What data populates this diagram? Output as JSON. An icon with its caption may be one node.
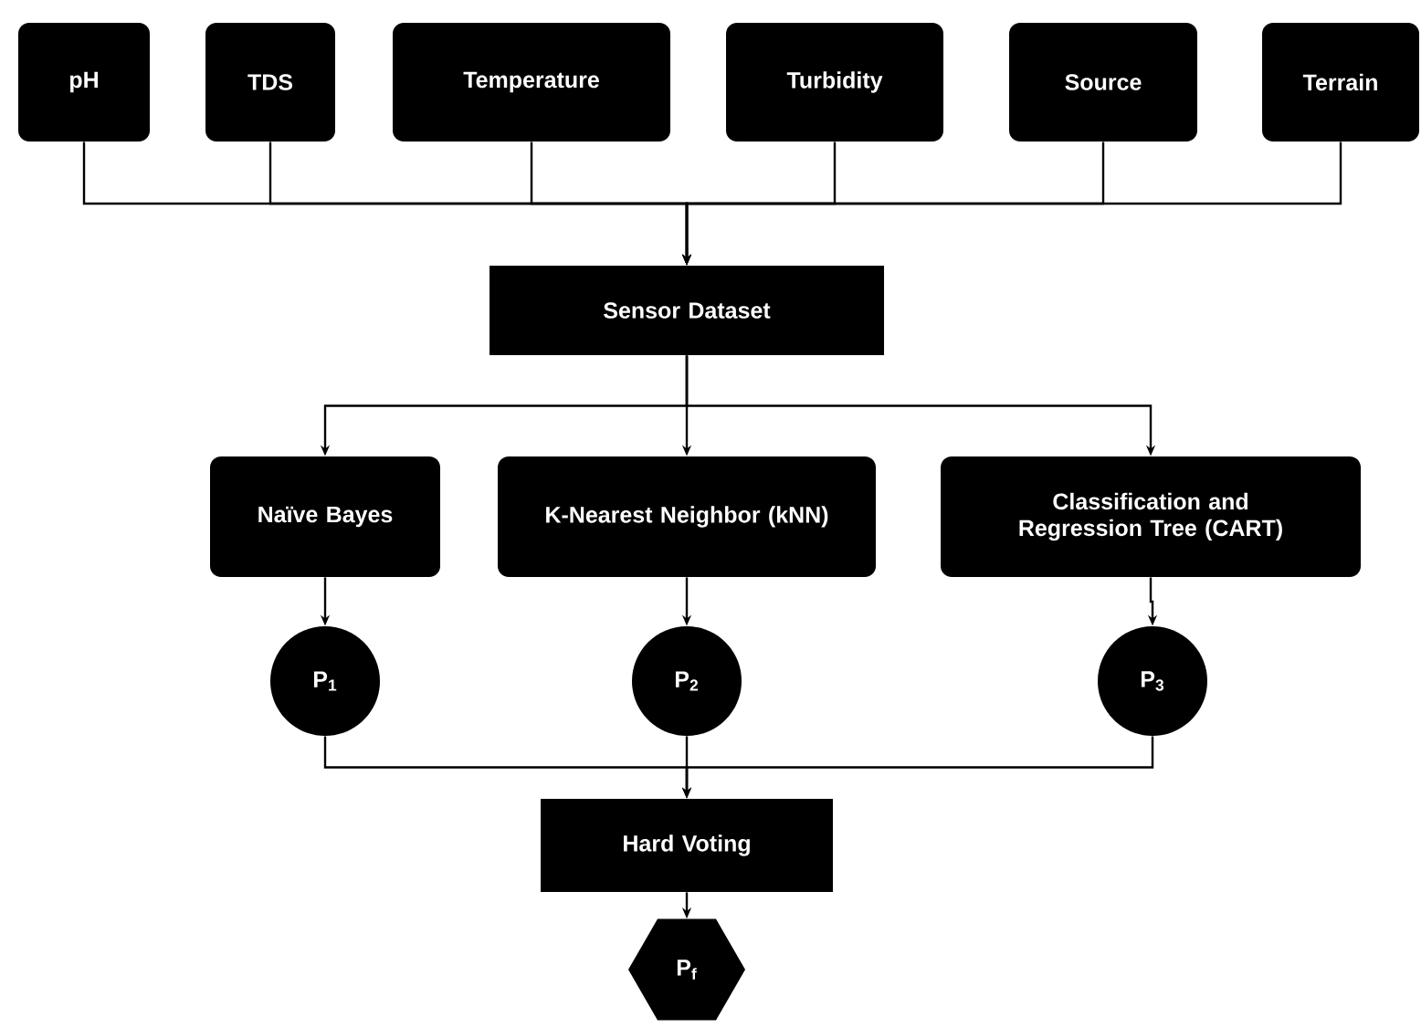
{
  "diagram": {
    "nodes": [
      {
        "text": [
          "pH"
        ]
      },
      {
        "text": [
          "TDS"
        ]
      },
      {
        "text": [
          "Temperature"
        ]
      },
      {
        "text": [
          "Turbidity"
        ]
      },
      {
        "text": [
          "Source"
        ]
      },
      {
        "text": [
          "Terrain"
        ]
      },
      {
        "text": [
          "Sensor Dataset"
        ]
      },
      {
        "text": [
          "Naïve Bayes"
        ]
      },
      {
        "text": [
          "K-Nearest Neighbor (kNN)"
        ]
      },
      {
        "text": [
          "Classification and Regression Tree (CART)"
        ]
      },
      {
        "text": [
          "P$_{1}$"
        ]
      },
      {
        "text": [
          "P$_{2}$"
        ]
      },
      {
        "text": [
          "P$_{3}$"
        ]
      },
      {
        "text": [
          "Hard Voting"
        ]
      },
      {
        "text": [
          "P$_{f}$"
        ]
      }
    ],
    "edges": [
      {
        "from": 0,
        "to": 6,
        "arrow": "to"
      },
      {
        "from": 1,
        "to": 6,
        "arrow": "to"
      },
      {
        "from": 2,
        "to": 6,
        "arrow": "to"
      },
      {
        "from": 3,
        "to": 6,
        "arrow": "to"
      },
      {
        "from": 4,
        "to": 6,
        "arrow": "to"
      },
      {
        "from": 5,
        "to": 6,
        "arrow": "to"
      },
      {
        "from": 6,
        "to": 7,
        "arrow": "to"
      },
      {
        "from": 6,
        "to": 8,
        "arrow": "to"
      },
      {
        "from": 6,
        "to": 9,
        "arrow": "to"
      },
      {
        "from": 7,
        "to": 10,
        "arrow": "to"
      },
      {
        "from": 8,
        "to": 11,
        "arrow": "to"
      },
      {
        "from": 9,
        "to": 12,
        "arrow": "to"
      },
      {
        "from": 10,
        "to": 13,
        "arrow": "to"
      },
      {
        "from": 11,
        "to": 13,
        "arrow": "to"
      },
      {
        "from": 12,
        "to": 13,
        "arrow": "to"
      },
      {
        "from": 13,
        "to": 14,
        "arrow": "to"
      }
    ]
  }
}
